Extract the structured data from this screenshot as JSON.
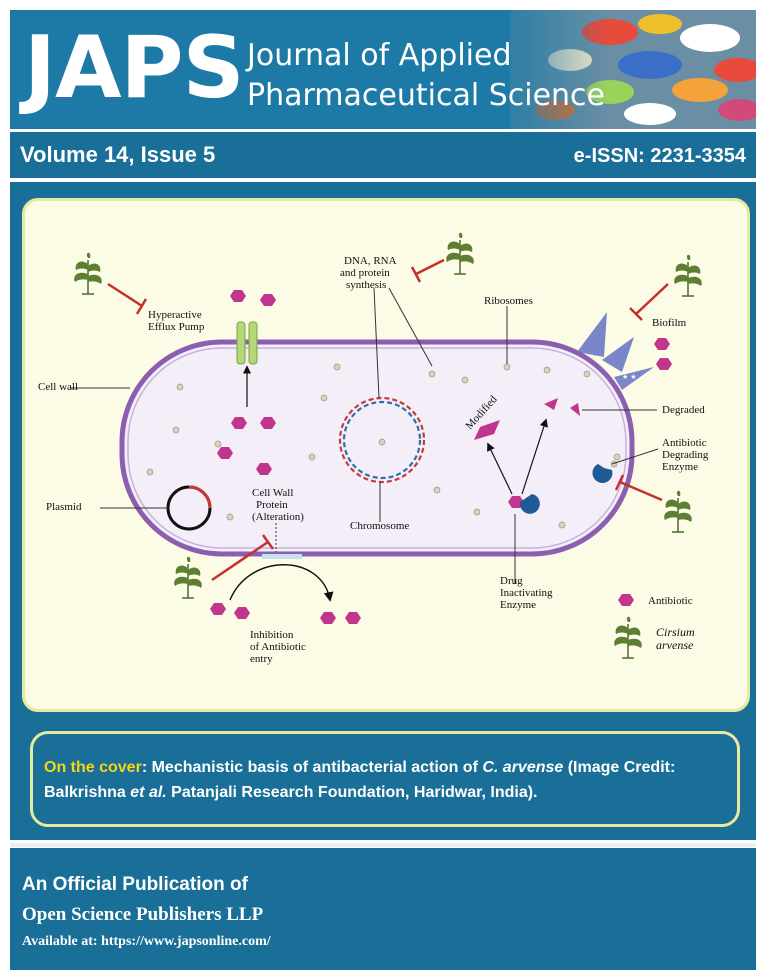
{
  "header": {
    "logo": "JAPS",
    "journal_line1": "Journal of Applied",
    "journal_line2": "Pharmaceutical Science"
  },
  "issue_bar": {
    "volume": "Volume 14, Issue 5",
    "eissn": "e-ISSN: 2231-3354"
  },
  "figure": {
    "labels": {
      "efflux1": "Hyperactive",
      "efflux2": "Efflux Pump",
      "dna1": "DNA, RNA",
      "dna2": "and protein",
      "dna3": "synthesis",
      "ribosomes": "Ribosomes",
      "biofilm": "Biofilm",
      "cell_wall": "Cell wall",
      "modified": "Modified",
      "degraded": "Degraded",
      "ade1": "Antibiotic",
      "ade2": "Degrading",
      "ade3": "Enzyme",
      "plasmid": "Plasmid",
      "cwp1": "Cell Wall",
      "cwp2": "Protein",
      "cwp3": "(Alteration)",
      "chromosome": "Chromosome",
      "die1": "Drug",
      "die2": "Inactivating",
      "die3": "Enzyme",
      "inhib1": "Inhibition",
      "inhib2": "of Antibiotic",
      "inhib3": "entry"
    },
    "legend": {
      "antibiotic": "Antibiotic",
      "plant1": "Cirsium",
      "plant2": "arvense"
    },
    "colors": {
      "cell_fill": "#f3eef8",
      "cell_border": "#8b5fb0",
      "antibiotic": "#c2358c",
      "inhibitor": "#c4302b",
      "plant": "#4a6b2a",
      "dna_red": "#c33a3a",
      "dna_blue": "#2f6ea6",
      "enzyme": "#1e5a95"
    }
  },
  "caption": {
    "lead": "On the cover",
    "text_a": ": Mechanistic basis of antibacterial action of ",
    "species": "C. arvense",
    "text_b": " (Image Credit: Balkrishna ",
    "etal": "et al.",
    "text_c": " Patanjali Research Foundation, Haridwar, India)."
  },
  "footer": {
    "line1": "An Official Publication of",
    "line2": "Open Science Publishers LLP",
    "line3": "Available at: https://www.japsonline.com/"
  }
}
